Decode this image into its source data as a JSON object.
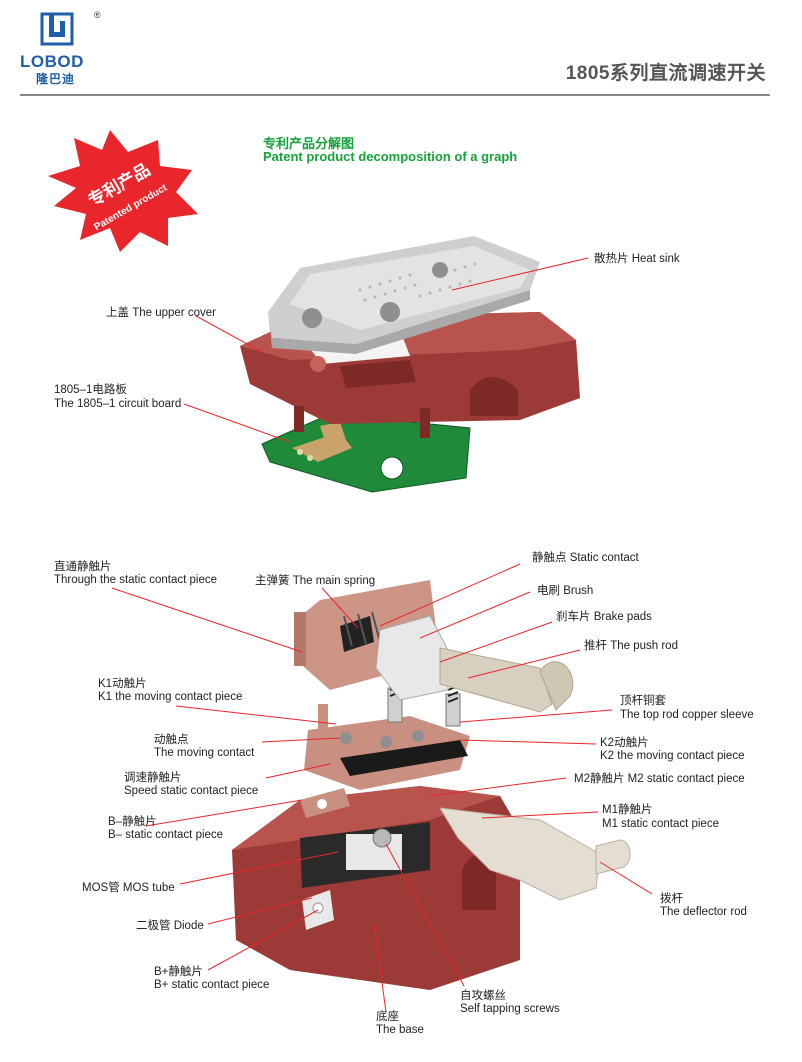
{
  "header": {
    "brand": "LOBOD",
    "brand_cn": "隆巴迪",
    "registered": "®",
    "title": "1805系列直流调速开关",
    "brand_color": "#1f5fa8",
    "rule_color": "#888888"
  },
  "badge": {
    "text_cn": "专利产品",
    "text_en": "Patented product",
    "color": "#e8262b"
  },
  "section1": {
    "title_cn": "专利产品分解图",
    "title_en": "Patent product decomposition of a graph",
    "title_color": "#17a23a",
    "labels": {
      "heat_sink": "散热片 Heat sink",
      "upper_cover": "上盖 The upper cover",
      "board_cn": "1805–1电路板",
      "board_en": "The 1805–1 circuit board"
    }
  },
  "section2": {
    "labels": {
      "through_cn": "直通静触片",
      "through_en": "Through the static contact piece",
      "main_spring": "主弹簧 The main spring",
      "static_contact": "静触点 Static contact",
      "brush": "电刷 Brush",
      "brake_pads": "刹车片 Brake pads",
      "push_rod": "推杆 The push rod",
      "k1_cn": "K1动触片",
      "k1_en": "K1 the moving contact piece",
      "sleeve_cn": "顶杆铜套",
      "sleeve_en": "The top rod copper sleeve",
      "moving_cn": "动触点",
      "moving_en": "The moving contact",
      "k2_cn": "K2动触片",
      "k2_en": "K2 the moving contact piece",
      "speed_cn": "调速静触片",
      "speed_en": "Speed static contact piece",
      "m2": "M2静触片 M2 static contact piece",
      "bminus_cn": "B–静触片",
      "bminus_en": "B– static contact piece",
      "m1_cn": "M1静触片",
      "m1_en": "M1 static contact piece",
      "mos": "MOS管 MOS tube",
      "deflector_cn": "拨杆",
      "deflector_en": "The deflector rod",
      "diode": "二极管 Diode",
      "bplus_cn": "B+静触片",
      "bplus_en": "B+ static contact piece",
      "screws_cn": "自攻螺丝",
      "screws_en": "Self tapping screws",
      "base_cn": "底座",
      "base_en": "The base"
    }
  },
  "colors": {
    "leader_line": "#e8262b",
    "housing": "#9b3a36",
    "heat_sink": "#d9d9d9",
    "pcb": "#1e8a3a",
    "copper": "#c98f80"
  }
}
